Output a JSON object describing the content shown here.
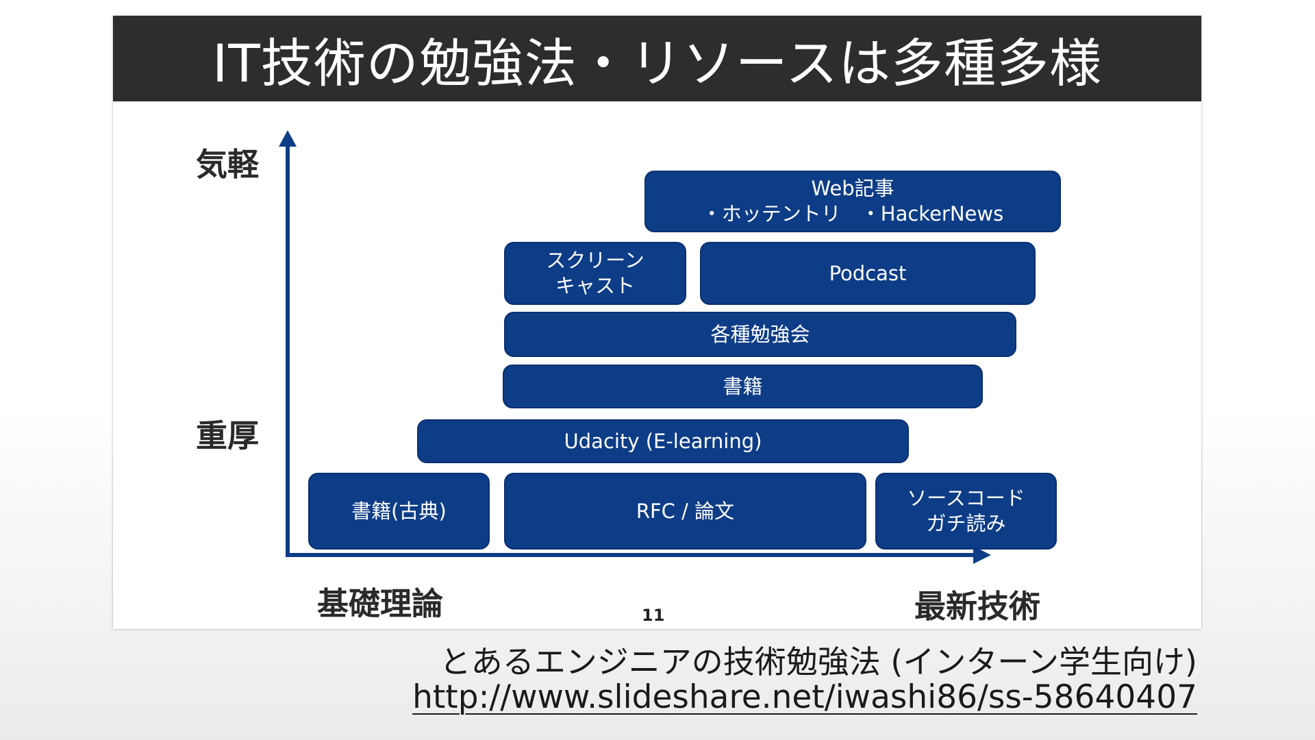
{
  "slide": {
    "title": "IT技術の勉強法・リソースは多種多様",
    "page_number": "11"
  },
  "axes": {
    "y_top_label": "気軽",
    "y_bottom_label": "重厚",
    "x_left_label": "基礎理論",
    "x_right_label": "最新技術",
    "color": "#0e3d87"
  },
  "boxes": {
    "web": {
      "line1": "Web記事",
      "line2": "・ホッテントリ　・HackerNews"
    },
    "screencast": {
      "line1": "スクリーン",
      "line2": "キャスト"
    },
    "podcast": {
      "line1": "Podcast"
    },
    "study_meetups": {
      "line1": "各種勉強会"
    },
    "books": {
      "line1": "書籍"
    },
    "udacity": {
      "line1": "Udacity (E-learning)"
    },
    "classic_books": {
      "line1": "書籍(古典)"
    },
    "rfc_papers": {
      "line1": "RFC /  論文"
    },
    "source_code": {
      "line1": "ソースコード",
      "line2": "ガチ読み"
    }
  },
  "caption": {
    "text": "とあるエンジニアの技術勉強法 (インターン学生向け)",
    "link": "http://www.slideshare.net/iwashi86/ss-58640407"
  },
  "colors": {
    "title_bar": "#2d2d2d",
    "box_fill": "#0e3d87"
  }
}
